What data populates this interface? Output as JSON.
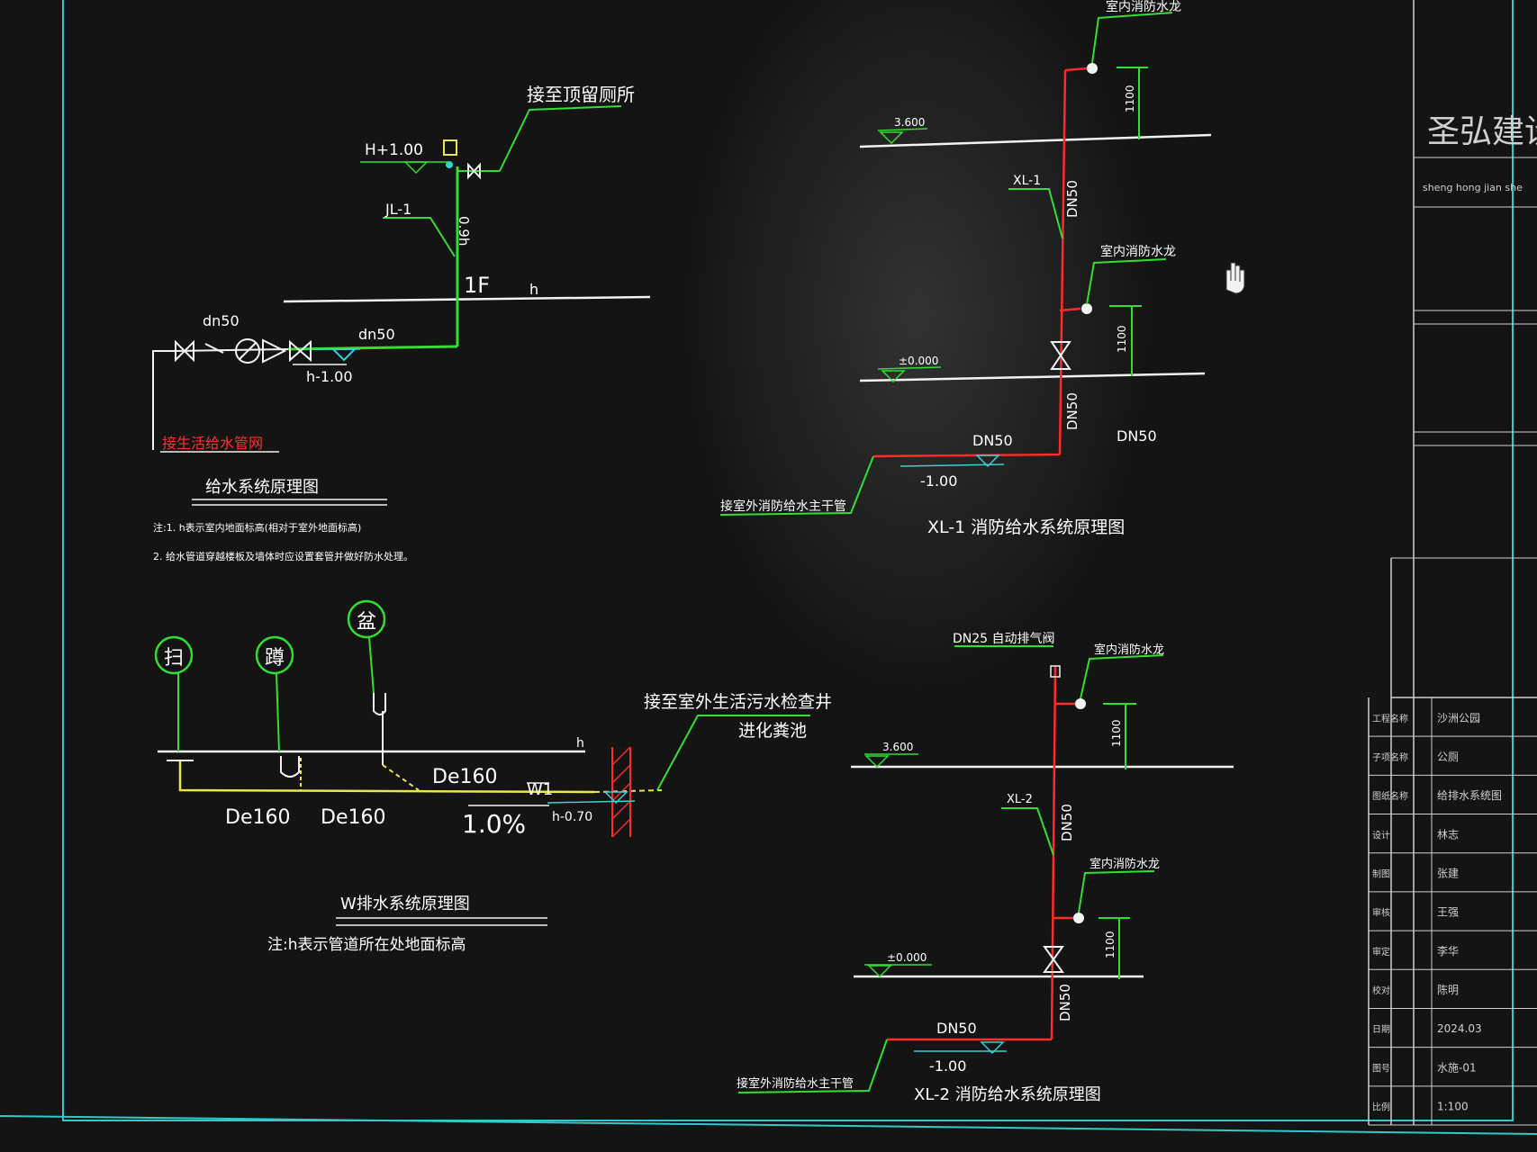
{
  "colors": {
    "background": "#141414",
    "frame": "#31c9c9",
    "leader": "#33dd33",
    "pipe_green": "#33dd33",
    "pipe_red": "#ff2a2a",
    "pipe_yellow": "#e8e84a",
    "level_line": "#f2f2f2",
    "symbol_cyan": "#35d2d2"
  },
  "supply": {
    "note_to_roof": "接至顶留厕所",
    "elev_h_plus": "H+1.00",
    "riser_jl": "JL-1",
    "dim_vertical": "0.9h",
    "floor_1f": "1F",
    "floor_h": "h",
    "dn50_left": "dn50",
    "dn50_right": "dn50",
    "elev_h_minus": "h-1.00",
    "red_note": "接生活给水管网",
    "title": "给水系统原理图",
    "note_1": "注:1. h表示室内地面标高(相对于室外地面标高)",
    "note_2": "2. 给水管道穿越楼板及墙体时应设置套管并做好防水处理。"
  },
  "drain": {
    "fixture_1": "扫",
    "fixture_2": "蹲",
    "fixture_3": "盆",
    "note_outlet": "接至室外生活污水检查井",
    "note_outlet_2": "进化粪池",
    "h_label": "h",
    "de160_a": "De160",
    "de160_b": "De160",
    "de160_c": "De160",
    "w1": "W1",
    "slope": "1.0%",
    "elev": "h-0.70",
    "title": "W排水系统原理图",
    "note": "注:h表示管道所在处地面标高"
  },
  "xl1": {
    "valve_top": "室内消防水龙",
    "elev_roof": "3.600",
    "riser": "XL-1",
    "dn50_v1": "DN50",
    "dim_a": "1100",
    "valve_mid": "室内消防水龙",
    "dim_b": "1100",
    "elev_ground": "±0.000",
    "dn50_v2": "DN50",
    "dn50_h": "DN50",
    "dn50_side": "DN50",
    "elev_low": "-1.00",
    "main_note": "接室外消防给水主干管",
    "title": "XL-1 消防给水系统原理图"
  },
  "xl2": {
    "vent": "DN25 自动排气阀",
    "valve_top": "室内消防水龙",
    "dim_a": "1100",
    "elev_roof": "3.600",
    "riser": "XL-2",
    "dn50_v1": "DN50",
    "valve_mid": "室内消防水龙",
    "dim_b": "1100",
    "elev_ground": "±0.000",
    "dn50_v2": "DN50",
    "dn50_h": "DN50",
    "elev_low": "-1.00",
    "main_note": "接室外消防给水主干管",
    "title": "XL-2 消防给水系统原理图"
  },
  "titleblock": {
    "company": "圣弘建设",
    "company_pinyin": "sheng hong jian she",
    "rows": [
      {
        "label": "工程名称",
        "value": "沙洲公园"
      },
      {
        "label": "子项名称",
        "value": "公厕"
      },
      {
        "label": "图纸名称",
        "value": "给排水系统图"
      },
      {
        "label": "设计",
        "value": "林志"
      },
      {
        "label": "制图",
        "value": "张建"
      },
      {
        "label": "审核",
        "value": "王强"
      },
      {
        "label": "审定",
        "value": "李华"
      },
      {
        "label": "校对",
        "value": "陈明"
      },
      {
        "label": "日期",
        "value": "2024.03"
      },
      {
        "label": "图号",
        "value": "水施-01"
      },
      {
        "label": "比例",
        "value": "1:100"
      }
    ]
  }
}
